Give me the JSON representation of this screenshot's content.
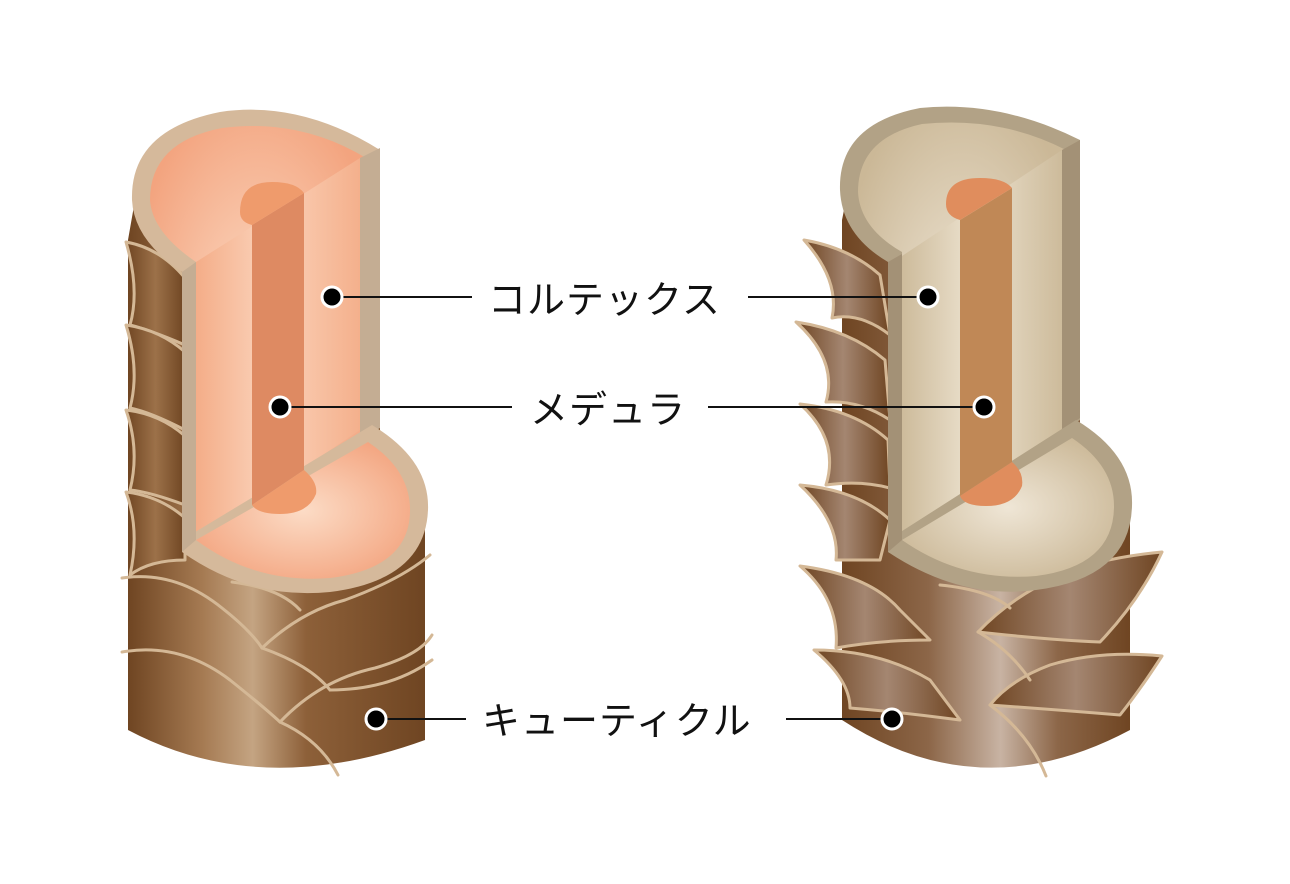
{
  "labels": {
    "cortex": "コルテックス",
    "medulla": "メデュラ",
    "cuticle": "キューティクル"
  },
  "colors": {
    "cuticle_dark": "#6f4522",
    "cuticle_light": "#c0a07e",
    "edge": "#d4b896",
    "healthy_cortex": "#f6b795",
    "healthy_cortex_light": "#fbd5bd",
    "healthy_rim": "#d5b99b",
    "healthy_medulla": "#de8a62",
    "healthy_medulla_top": "#ef9b6c",
    "damaged_cortex": "#d6c6a9",
    "damaged_cortex_light": "#ece2cf",
    "damaged_rim": "#b2a286",
    "damaged_medulla": "#c08856",
    "damaged_medulla_top": "#e08d5d",
    "leader": "#111111"
  }
}
